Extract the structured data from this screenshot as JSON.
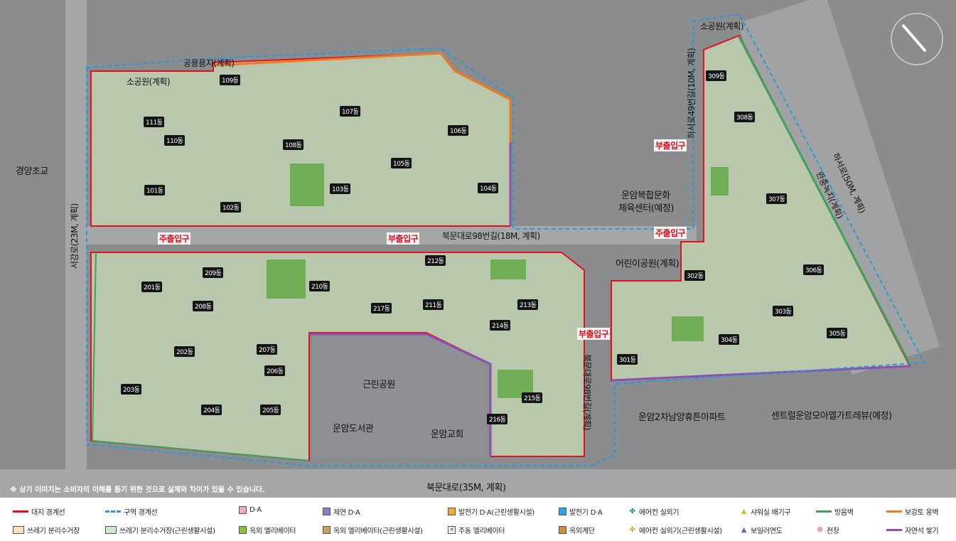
{
  "map": {
    "compass": "N",
    "disclaimer": "※ 상기 이미지는 소비자의 이해를 돕기 위한 것으로 실제와 차이가 있을 수 있습니다.",
    "place_labels": {
      "gongyong": "공용용지(계획)",
      "sogongwon_left": "소공원(계획)",
      "sogongwon_right": "소공원(계획)",
      "gyeongyang_school": "경양초교",
      "seogang_ro": "서강로(23M, 계획)",
      "bukmun_98": "북문대로98번길(18M, 계획)",
      "unam_culture_1": "운암복합문화",
      "unam_culture_2": "체육센터(예정)",
      "children_park": "어린이공원(계획)",
      "haseo_49": "하서로49번길(10M, 계획)",
      "haseo_ro": "하서로(50M, 계획)",
      "green_strip": "완충녹지(계획)",
      "geunrin_park": "근린공원",
      "unam_library": "운암도서관",
      "unam_church": "운암교회",
      "bukmun_98_2": "북문대로98번길(계획)",
      "bukmun_ro": "북문대로(35M, 계획)",
      "unam2_apt": "운암2차남양휴튼아파트",
      "central_apt": "센트럴운암모아엘가트레뷰(예정)"
    },
    "entrances": {
      "main1": "주출입구",
      "main2": "주출입구",
      "sub1": "부출입구",
      "sub2": "부출입구",
      "sub3": "부출입구"
    },
    "buildings": [
      "101동",
      "102동",
      "103동",
      "104동",
      "105동",
      "106동",
      "107동",
      "108동",
      "109동",
      "110동",
      "111동",
      "201동",
      "202동",
      "203동",
      "204동",
      "205동",
      "206동",
      "207동",
      "208동",
      "209동",
      "210동",
      "211동",
      "212동",
      "213동",
      "214동",
      "215동",
      "216동",
      "217동",
      "301동",
      "302동",
      "303동",
      "304동",
      "305동",
      "306동",
      "307동",
      "308동",
      "309동"
    ]
  },
  "legend": [
    {
      "label": "대지 경계선",
      "kind": "line",
      "color": "#e0101e"
    },
    {
      "label": "구역 경계선",
      "kind": "dash",
      "color": "#2a9bd7"
    },
    {
      "label": "D·A",
      "kind": "box",
      "color": "#f4a6c2"
    },
    {
      "label": "제연 D·A",
      "kind": "box",
      "color": "#8a7fc4"
    },
    {
      "label": "발전기 D·A(근린생활시설)",
      "kind": "box",
      "color": "#f2a92c"
    },
    {
      "label": "발전기 D·A",
      "kind": "box",
      "color": "#2aa7e2"
    },
    {
      "label": "에어컨 실외기",
      "kind": "icon",
      "icon": "fan-icon",
      "color": "#1a7f9a"
    },
    {
      "label": "샤워실 배기구",
      "kind": "icon",
      "icon": "triangle-icon",
      "color": "#e8d52a"
    },
    {
      "label": "방음벽",
      "kind": "line",
      "color": "#3da35a"
    },
    {
      "label": "보강토 옹벽",
      "kind": "line",
      "color": "#f07a22"
    },
    {
      "label": "쓰레기 분리수거장",
      "kind": "box",
      "color": "#fde0c2"
    },
    {
      "label": "쓰레기 분리수거장(근린생활시설)",
      "kind": "box",
      "color": "#cfeacc"
    },
    {
      "label": "옥외 엘리베이터",
      "kind": "icon",
      "icon": "elevator-icon",
      "color": "#8bbf3a"
    },
    {
      "label": "옥외 엘리베이터(근린생활시설)",
      "kind": "icon",
      "icon": "elevator-icon",
      "color": "#c8a35a"
    },
    {
      "label": "주동 엘리베이터",
      "kind": "icon",
      "icon": "elevator-x-icon",
      "color": "#444444"
    },
    {
      "label": "옥외계단",
      "kind": "icon",
      "icon": "stairs-icon",
      "color": "#d08a3a"
    },
    {
      "label": "에어컨 실외기(근린생활시설)",
      "kind": "icon",
      "icon": "fan-icon",
      "color": "#d6a02a"
    },
    {
      "label": "보일러연도",
      "kind": "icon",
      "icon": "triangle-icon",
      "color": "#5a6fb8"
    },
    {
      "label": "천창",
      "kind": "icon",
      "icon": "hexagon-icon",
      "color": "#e7a0c6"
    },
    {
      "label": "자연석 쌓기",
      "kind": "line",
      "color": "#8e4fb0"
    }
  ]
}
